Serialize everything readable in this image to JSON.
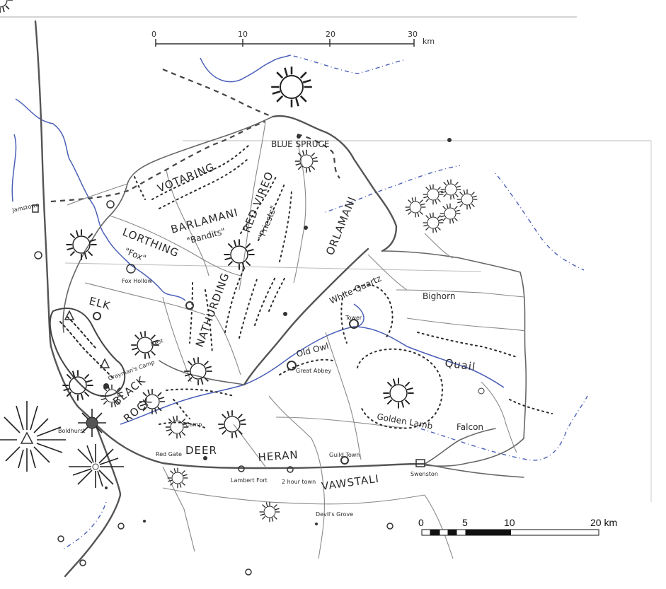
{
  "map": {
    "regions": [
      {
        "id": "votaring",
        "label": "VOTARING"
      },
      {
        "id": "barlamani",
        "label": "BARLAMANI",
        "sub": "\"Bandits\""
      },
      {
        "id": "red-vireo",
        "label": "RED VIREO",
        "sub": "\"Priests\""
      },
      {
        "id": "orlamani",
        "label": "ORLAMANI"
      },
      {
        "id": "lorthing",
        "label": "LORTHING",
        "sub": "\"Fox\""
      },
      {
        "id": "elk",
        "label": "ELK"
      },
      {
        "id": "nathurding",
        "label": "NATHURDING"
      },
      {
        "id": "black-rock",
        "label": "BLACK",
        "sub": "ROCK"
      },
      {
        "id": "deer",
        "label": "DEER"
      },
      {
        "id": "heran",
        "label": "HERAN"
      },
      {
        "id": "vawstali",
        "label": "VAWSTALI"
      }
    ],
    "places": [
      {
        "id": "blue-spruce",
        "label": "BLUE SPRUCE"
      },
      {
        "id": "jamstown",
        "label": "Jamstown"
      },
      {
        "id": "fox-hollow",
        "label": "Fox Hollow"
      },
      {
        "id": "white-quartz",
        "label": "White Quartz"
      },
      {
        "id": "tower",
        "label": "Tower"
      },
      {
        "id": "bighorn",
        "label": "Bighorn"
      },
      {
        "id": "quail",
        "label": "Quail"
      },
      {
        "id": "old-owl",
        "label": "Old Owl"
      },
      {
        "id": "great-abbey",
        "label": "Great Abbey"
      },
      {
        "id": "golden-lamb",
        "label": "Golden Lamb"
      },
      {
        "id": "falcon",
        "label": "Falcon"
      },
      {
        "id": "swenston",
        "label": "Swenston"
      },
      {
        "id": "guild-town",
        "label": "Guild Town"
      },
      {
        "id": "lambert-fort",
        "label": "Lambert Fort"
      },
      {
        "id": "2-hour-town",
        "label": "2 hour town"
      },
      {
        "id": "devils-grove",
        "label": "Devil's Grove"
      },
      {
        "id": "boldhurst",
        "label": "Boldhurst"
      },
      {
        "id": "graymans-camp",
        "label": "Grayman's Camp"
      },
      {
        "id": "camp",
        "label": "Camp"
      },
      {
        "id": "red-gate",
        "label": "Red Gate"
      },
      {
        "id": "nest",
        "label": "Nest"
      }
    ]
  },
  "scale_top": {
    "ticks": [
      "0",
      "10",
      "20",
      "30"
    ],
    "unit": "km"
  },
  "scale_bottom": {
    "ticks": [
      "0",
      "5",
      "10",
      "20 km"
    ]
  },
  "colors": {
    "river": "#4a5fb8",
    "ink": "#2a2a2a",
    "road": "#666666"
  }
}
